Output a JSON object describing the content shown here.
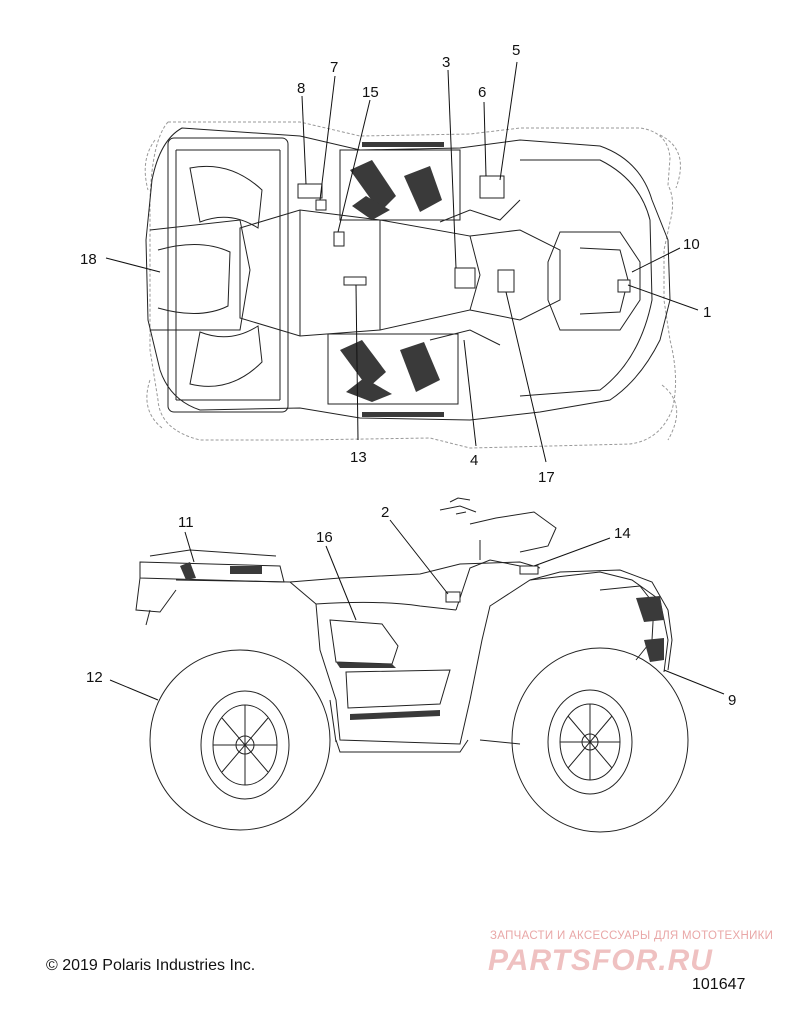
{
  "callouts": {
    "c1": "1",
    "c2": "2",
    "c3": "3",
    "c4": "4",
    "c5": "5",
    "c6": "6",
    "c7": "7",
    "c8": "8",
    "c9": "9",
    "c10": "10",
    "c11": "11",
    "c12": "12",
    "c13": "13",
    "c14": "14",
    "c15": "15",
    "c16": "16",
    "c17": "17",
    "c18": "18"
  },
  "footer": {
    "copyright": "© 2019 Polaris Industries Inc.",
    "figure_number": "101647"
  },
  "watermark": {
    "tagline": "ЗАПЧАСТИ И АКСЕССУАРЫ ДЛЯ МОТОТЕХНИКИ",
    "logo_text": "PARTSFOR.RU",
    "color": "#e9a7a7"
  },
  "colors": {
    "line": "#111111",
    "background": "#ffffff"
  }
}
